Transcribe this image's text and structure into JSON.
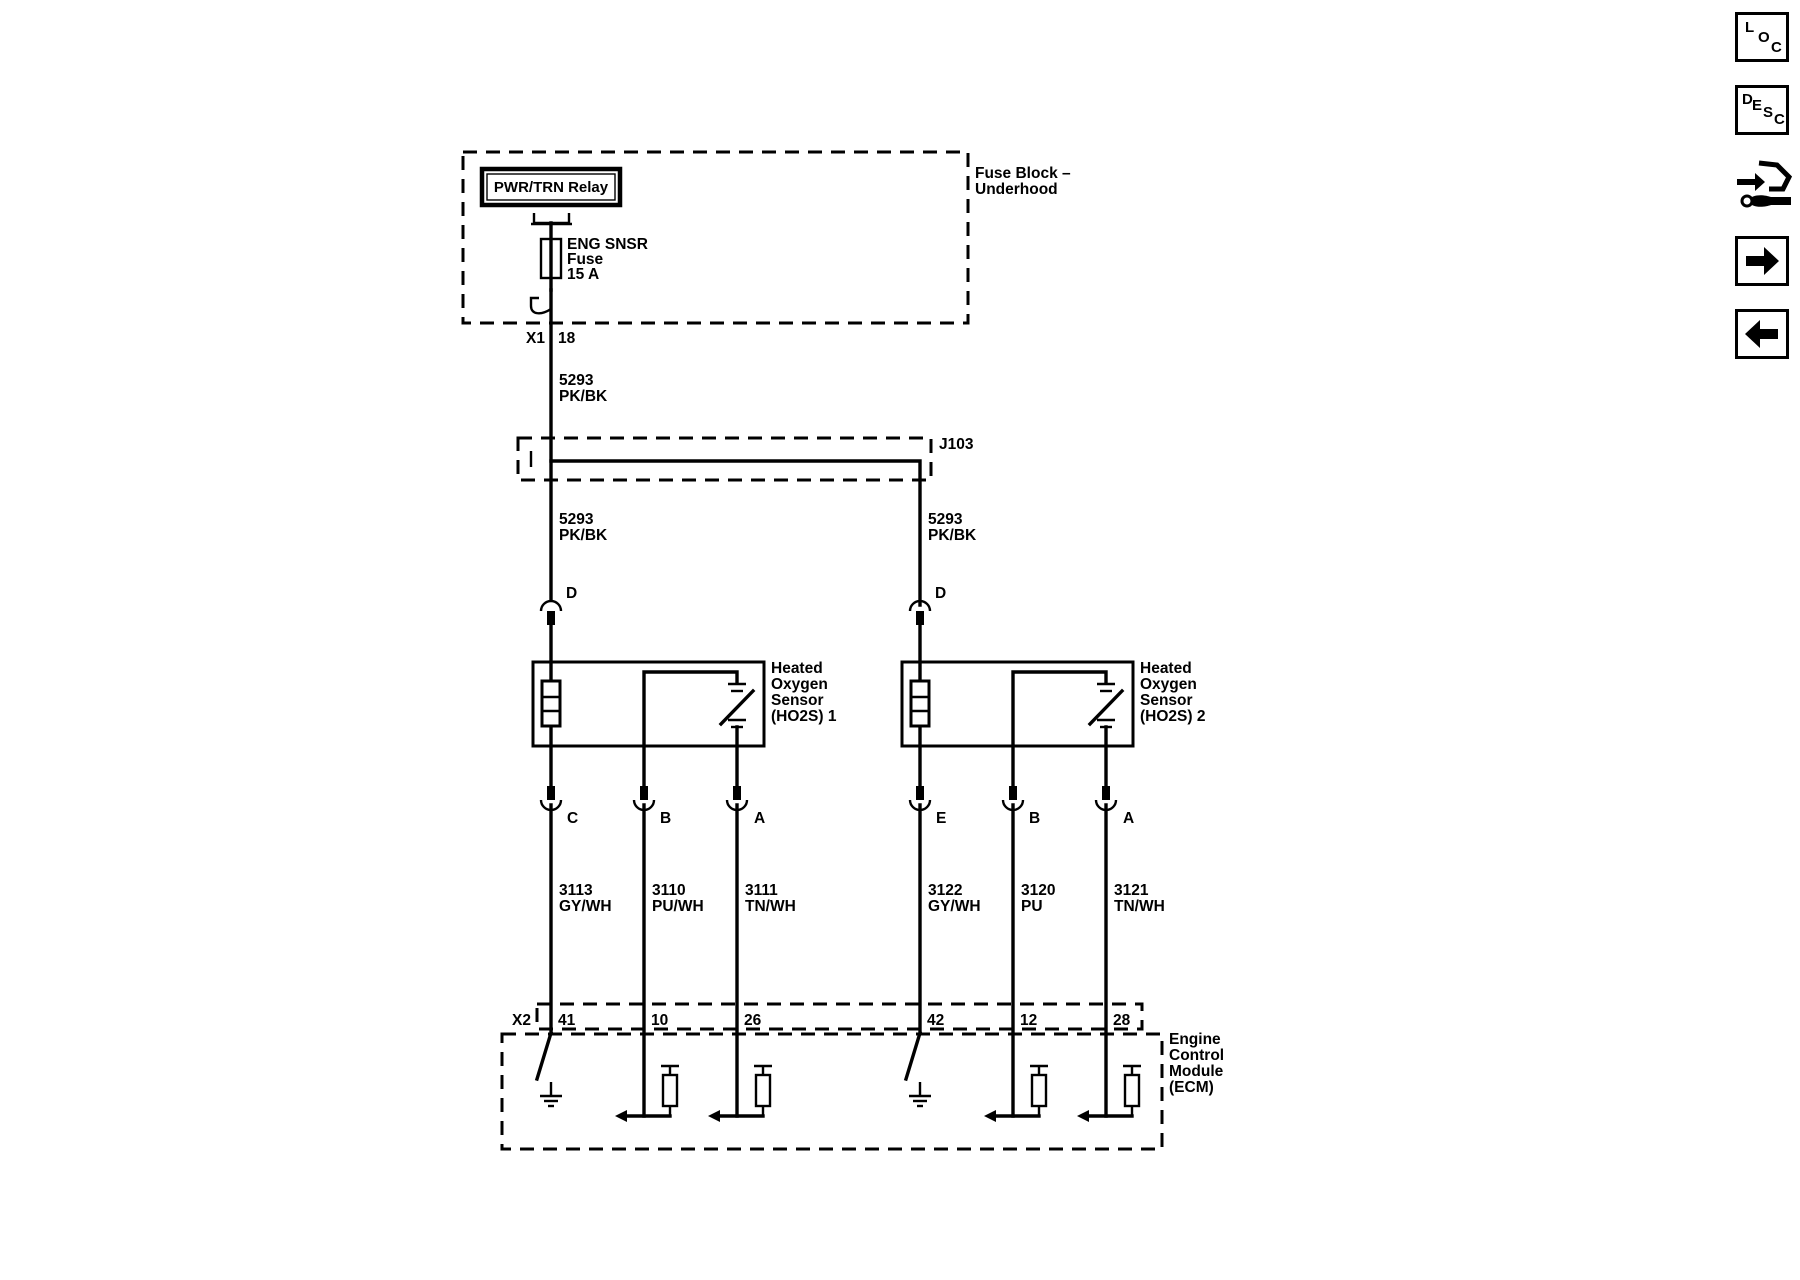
{
  "fuse_block": {
    "name_line1": "Fuse Block –",
    "name_line2": "Underhood",
    "relay_label": "PWR/TRN Relay",
    "fuse_line1": "ENG SNSR",
    "fuse_line2": "Fuse",
    "fuse_line3": "15 A",
    "connector": "X1",
    "pin": "18"
  },
  "splice": {
    "name": "J103"
  },
  "wires": {
    "feed": {
      "circuit": "5293",
      "color": "PK/BK"
    },
    "left_feed": {
      "circuit": "5293",
      "color": "PK/BK"
    },
    "right_feed": {
      "circuit": "5293",
      "color": "PK/BK"
    },
    "s1_c": {
      "circuit": "3113",
      "color": "GY/WH"
    },
    "s1_b": {
      "circuit": "3110",
      "color": "PU/WH"
    },
    "s1_a": {
      "circuit": "3111",
      "color": "TN/WH"
    },
    "s2_e": {
      "circuit": "3122",
      "color": "GY/WH"
    },
    "s2_b": {
      "circuit": "3120",
      "color": "PU"
    },
    "s2_a": {
      "circuit": "3121",
      "color": "TN/WH"
    }
  },
  "sensor1": {
    "line1": "Heated",
    "line2": "Oxygen",
    "line3": "Sensor",
    "line4": "(HO2S) 1",
    "pin_top": "D",
    "pin_c": "C",
    "pin_b": "B",
    "pin_a": "A"
  },
  "sensor2": {
    "line1": "Heated",
    "line2": "Oxygen",
    "line3": "Sensor",
    "line4": "(HO2S) 2",
    "pin_top": "D",
    "pin_e": "E",
    "pin_b": "B",
    "pin_a": "A"
  },
  "ecm": {
    "line1": "Engine",
    "line2": "Control",
    "line3": "Module",
    "line4": "(ECM)",
    "connector": "X2",
    "pins": [
      "41",
      "10",
      "26",
      "42",
      "12",
      "28"
    ]
  },
  "nav": {
    "loc": {
      "l1": "L",
      "l2": "O",
      "l3": "C"
    },
    "desc": {
      "l1": "D",
      "l2": "E",
      "l3": "S",
      "l4": "C"
    },
    "icons": [
      "connector-end-view-icon",
      "next-arrow-icon",
      "previous-arrow-icon"
    ]
  }
}
